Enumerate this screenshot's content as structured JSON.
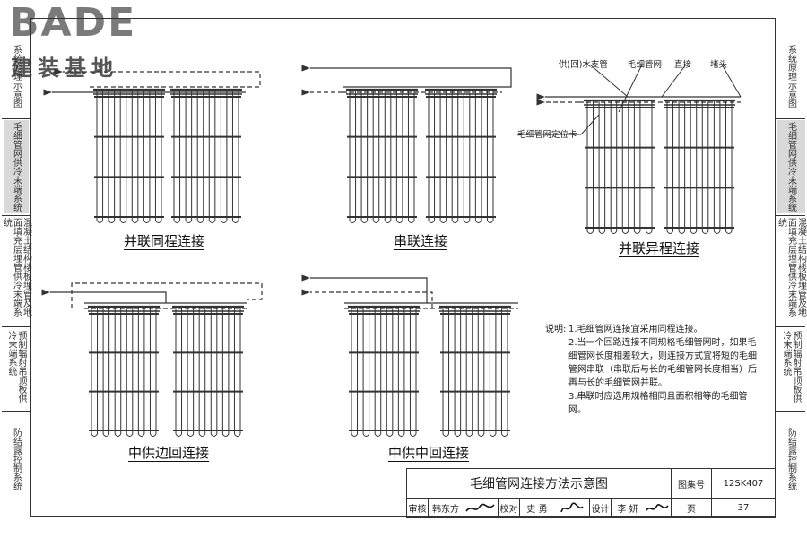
{
  "logo": {
    "title": "BADE",
    "subtitle": "建装基地"
  },
  "side_tabs_right": [
    {
      "label": "系统原理示意图",
      "active": false
    },
    {
      "label": "毛细管网供冷末端系统",
      "active": true
    },
    {
      "label": "混凝土结构楼板埋管及地面填充层埋管供冷末端系统",
      "active": false
    },
    {
      "label": "预制辐射吊顶板供冷末端系统",
      "active": false
    },
    {
      "label": "防结露控制系统",
      "active": false
    }
  ],
  "side_tabs_left": [
    {
      "label": "系统原理示意图",
      "active": false
    },
    {
      "label": "毛细管网供冷末端系统",
      "active": true
    },
    {
      "label": "混凝土结构楼板埋管及地面填充层埋管供冷末端系统",
      "active": false
    },
    {
      "label": "预制辐射吊顶板供冷末端系统",
      "active": false
    },
    {
      "label": "防结露控制系统",
      "active": false
    }
  ],
  "diagrams": {
    "d1": {
      "caption": "并联同程连接"
    },
    "d2": {
      "caption": "串联连接"
    },
    "d3": {
      "caption": "并联异程连接"
    },
    "d4": {
      "caption": "中供边回连接"
    },
    "d5": {
      "caption": "中供中回连接"
    }
  },
  "callouts": {
    "supply_pipe": "供(回)水支管",
    "capillary_mat": "毛细管网",
    "straight": "直接",
    "end_cap": "堵头",
    "locator_clip": "毛细管网定位卡"
  },
  "notes": {
    "lead": "说明:",
    "items": [
      "1.毛细管网连接宜采用同程连接。",
      "2.当一个回路连接不同规格毛细管网时，如果毛细管网长度相差较大，则连接方式宜将短的毛细管网串联（串联后与长的毛细管网长度相当）后再与长的毛细管网并联。",
      "3.串联时应选用规格相同且面积相等的毛细管网。"
    ]
  },
  "title_block": {
    "title": "毛细管网连接方法示意图",
    "atlas_label": "图集号",
    "atlas_no": "12SK407",
    "review_label": "审核",
    "reviewer": "韩东方",
    "check_label": "校对",
    "checker": "史 勇",
    "design_label": "设计",
    "designer": "李 妍",
    "page_label": "页",
    "page_no": "37"
  },
  "colors": {
    "line": "#333333",
    "active_tab": "#d9d9d9",
    "logo": "#7a7a7a"
  }
}
